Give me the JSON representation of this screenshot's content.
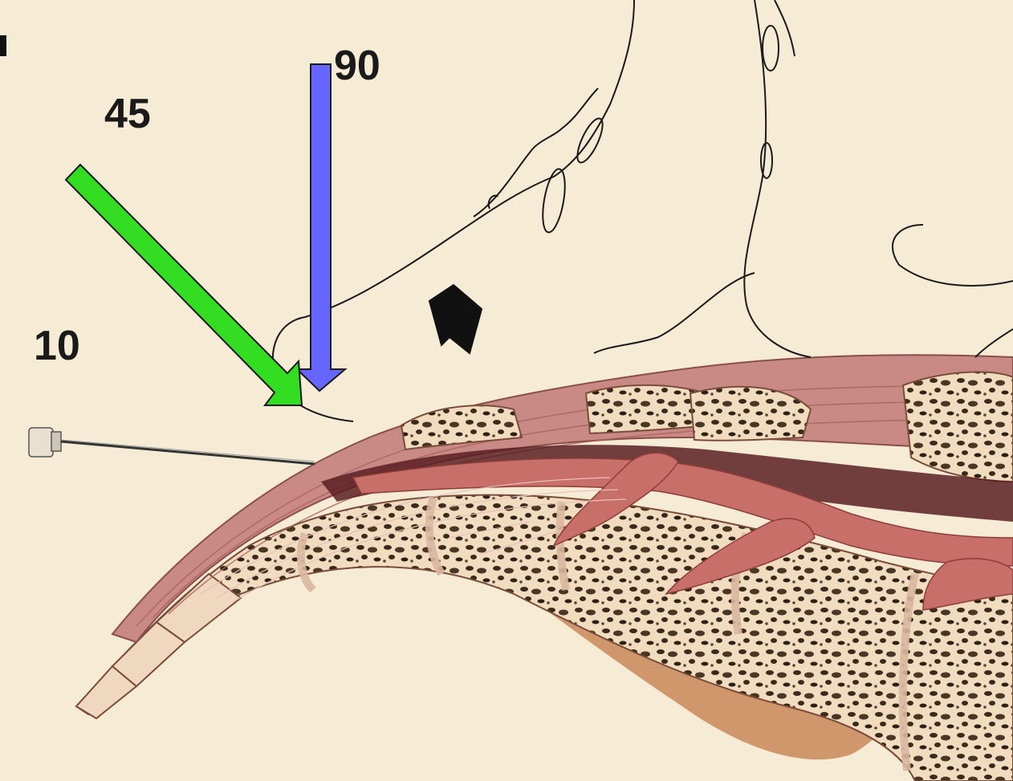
{
  "labels": {
    "angle_90": "90",
    "angle_45": "45",
    "angle_10": "10"
  },
  "colors": {
    "background": "#f6ebd4",
    "arrow_90": "#6666ff",
    "arrow_45": "#33dd22",
    "muscle": "#c98a86",
    "bone_fill": "#f2dcc0",
    "bone_dots": "#3b2a1c",
    "nerve": "#c96f6a",
    "line": "#1a1a1a"
  },
  "icons": {
    "pointer": "black-arrowhead-icon",
    "needle": "needle-icon"
  }
}
